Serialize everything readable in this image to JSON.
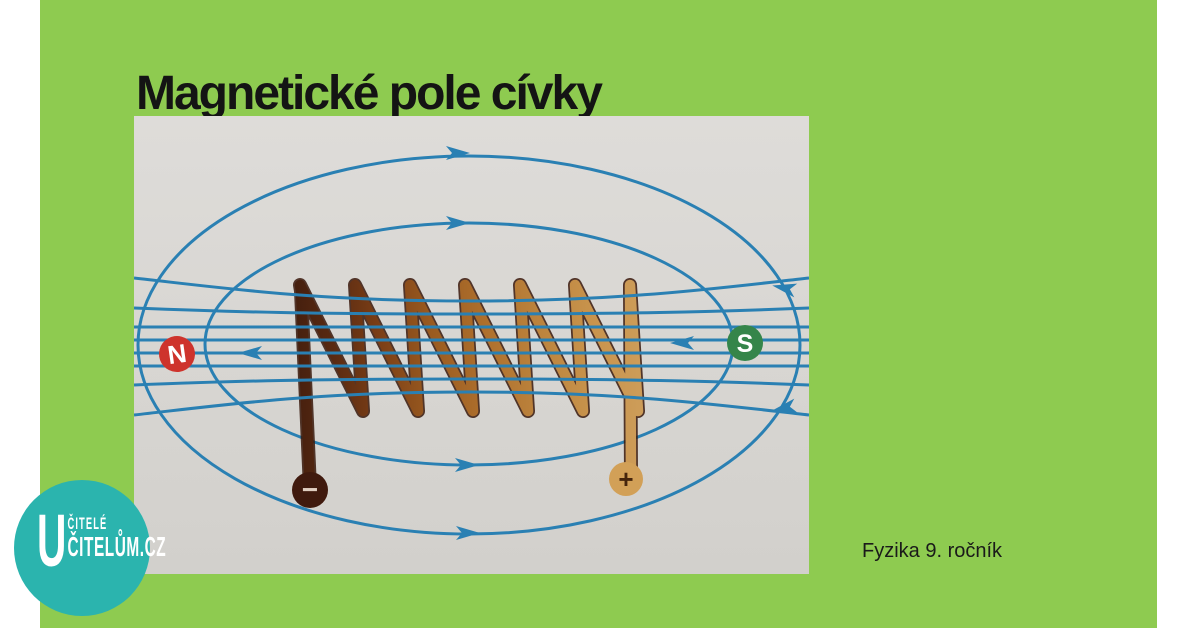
{
  "slide": {
    "title": "Magnetické pole cívky",
    "footer": "Fyzika 9. ročník"
  },
  "logo": {
    "initial": "U",
    "line1": "ČITELÉ",
    "line2": "ČITELŮM.CZ"
  },
  "diagram": {
    "description": "magnetic field lines around a current-carrying coil",
    "north_label": "N",
    "south_label": "S",
    "plus_label": "+",
    "minus_label": "−"
  },
  "colors": {
    "slide_green": "#8ECB50",
    "logo_teal": "#2BB4AE",
    "field_line_blue": "#2A80B3",
    "north_red": "#CE332C",
    "south_green": "#35854A",
    "photo_grey": "#D8D6D2",
    "coil_dark": "#451F0E",
    "coil_light": "#CD9C58"
  }
}
